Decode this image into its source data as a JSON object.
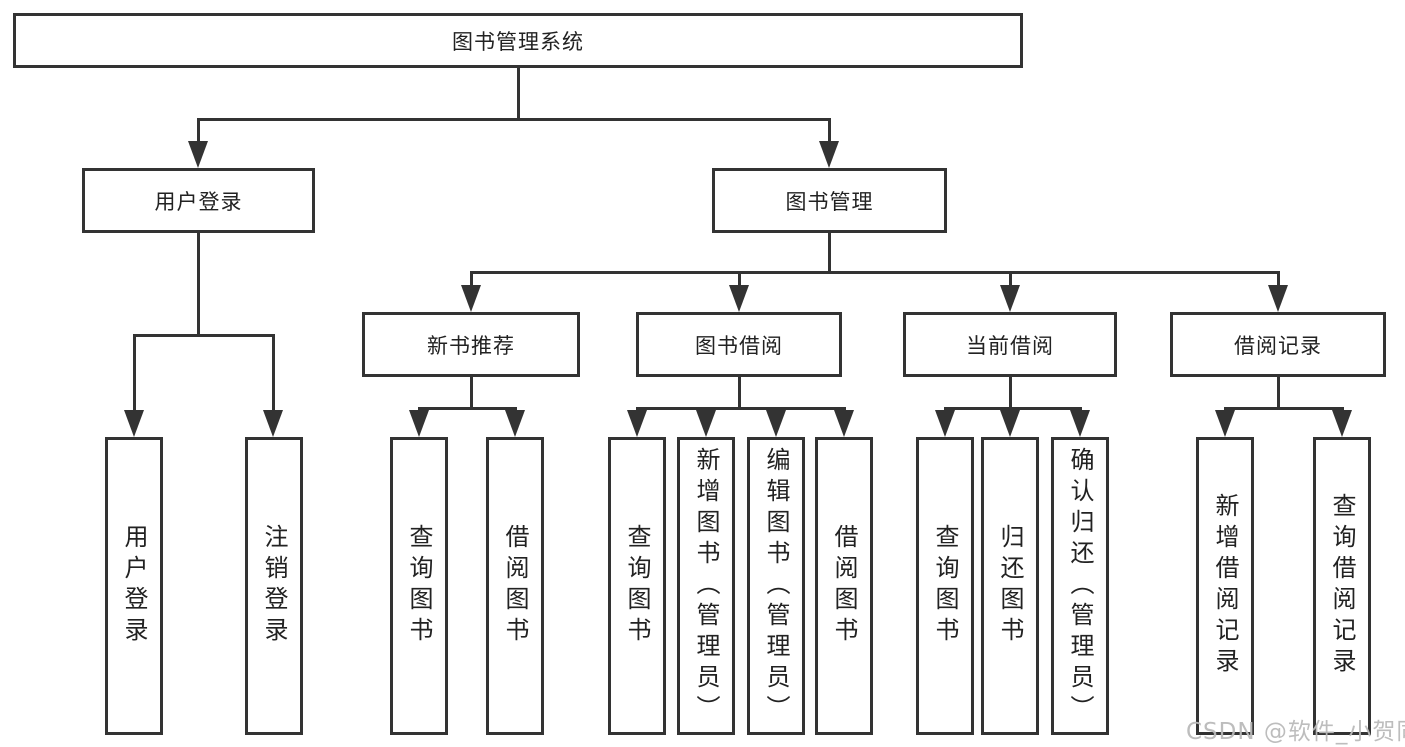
{
  "diagram": {
    "title": "图书管理系统",
    "root": "图书管理系统",
    "level2": [
      {
        "label": "用户登录"
      },
      {
        "label": "图书管理"
      }
    ],
    "level3": [
      {
        "label": "新书推荐"
      },
      {
        "label": "图书借阅"
      },
      {
        "label": "当前借阅"
      },
      {
        "label": "借阅记录"
      }
    ],
    "leaves": {
      "user_login": [
        "用户登录",
        "注销登录"
      ],
      "new_book": [
        "查询图书",
        "借阅图书"
      ],
      "book_borrow": [
        "查询图书",
        "新增图书（管理员）",
        "编辑图书（管理员）",
        "借阅图书"
      ],
      "current_borrow": [
        "查询图书",
        "归还图书",
        "确认归还（管理员）"
      ],
      "borrow_records": [
        "新增借阅记录",
        "查询借阅记录"
      ]
    }
  },
  "watermark": {
    "text": "CSDN @软件_小贺同学",
    "color": "#b9b9b9"
  },
  "colors": {
    "line": "#333333",
    "text": "#222222",
    "background": "#ffffff"
  }
}
